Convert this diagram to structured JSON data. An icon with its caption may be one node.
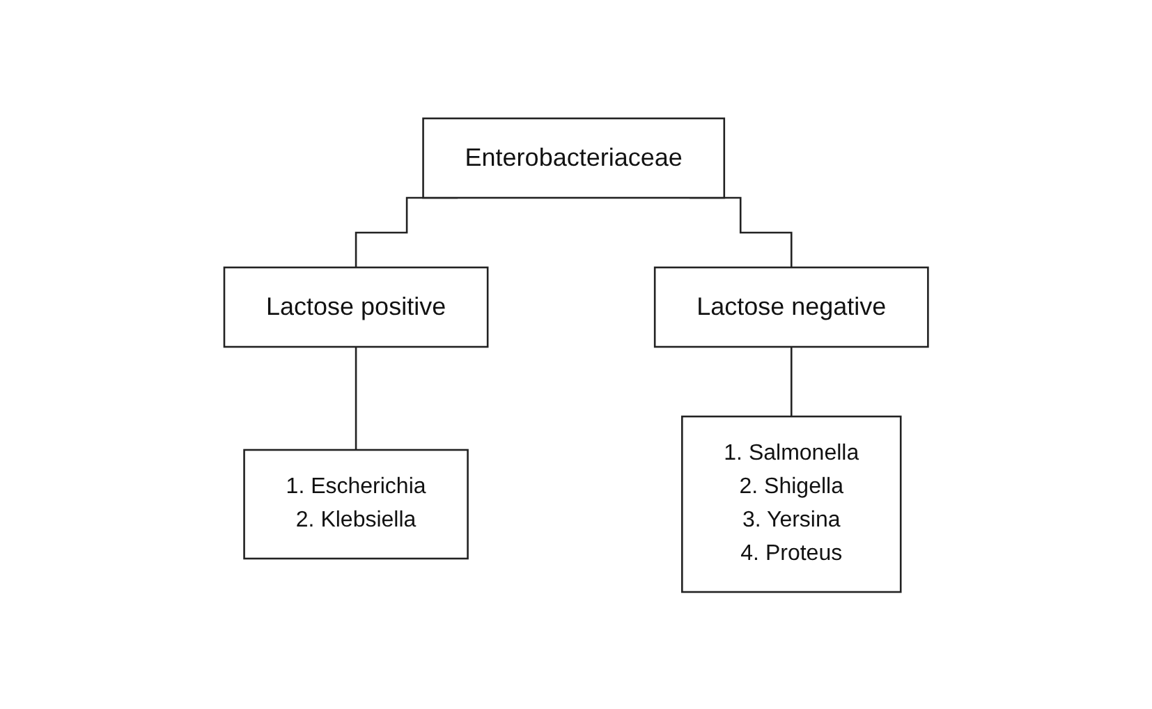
{
  "diagram": {
    "nodes": [
      {
        "text": [
          "Enterobacteriaceae"
        ]
      },
      {
        "text": [
          "Lactose positive"
        ]
      },
      {
        "text": [
          "Lactose negative"
        ]
      },
      {
        "text": [
          "1. Escherichia",
          "2. Klebsiella"
        ]
      },
      {
        "text": [
          "1. Salmonella",
          "2. Shigella",
          "3. Yersina",
          "4. Proteus"
        ]
      }
    ],
    "edges": [
      {
        "from": 0,
        "to": 1,
        "arrow": "none"
      },
      {
        "from": 0,
        "to": 2,
        "arrow": "none"
      },
      {
        "from": 1,
        "to": 3,
        "arrow": "none"
      },
      {
        "from": 2,
        "to": 4,
        "arrow": "none"
      }
    ]
  }
}
